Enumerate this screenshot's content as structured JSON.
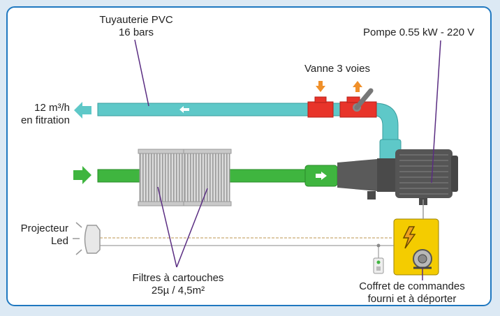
{
  "labels": {
    "pipe_line1": "Tuyauterie PVC",
    "pipe_line2": "16 bars",
    "pump": "Pompe 0.55 kW - 220 V",
    "valve": "Vanne 3 voies",
    "flow_line1": "12 m³/h",
    "flow_line2": "en fitration",
    "light_line1": "Projecteur",
    "light_line2": "Led",
    "filters_line1": "Filtres à cartouches",
    "filters_line2": "25µ / 4,5m²",
    "box_line1": "Coffret de commandes",
    "box_line2": "fourni et à déporter"
  },
  "colors": {
    "return_pipe": "#5ec8c8",
    "suction_pipe": "#3fb53f",
    "valve": "#e8342a",
    "valve_arrow": "#f0902a",
    "pump_body": "#555555",
    "control_box": "#f4cc00",
    "leader_line": "#5a2d82",
    "frame": "#1f78c0"
  }
}
